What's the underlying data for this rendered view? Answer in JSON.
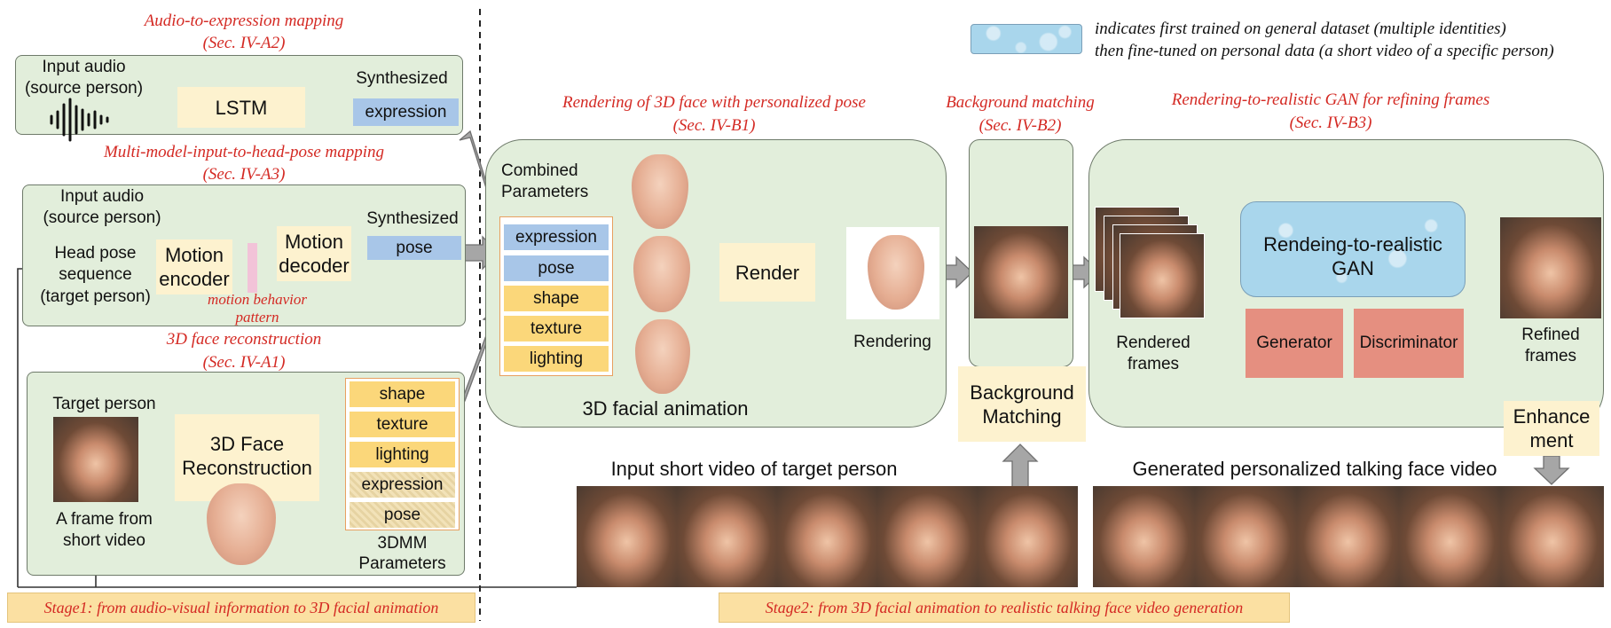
{
  "legend": {
    "line1": "indicates first trained on general dataset (multiple identities)",
    "line2": "then fine-tuned on personal data (a short video of a specific person)"
  },
  "section_titles": {
    "a2_title": "Audio-to-expression mapping",
    "a2_sec": "(Sec. IV-A2)",
    "a3_title": "Multi-model-input-to-head-pose mapping",
    "a3_sec": "(Sec. IV-A3)",
    "a1_title": "3D face reconstruction",
    "a1_sec": "(Sec. IV-A1)",
    "b1_title": "Rendering of 3D face with personalized pose",
    "b1_sec": "(Sec. IV-B1)",
    "b2_title": "Background matching",
    "b2_sec": "(Sec. IV-B2)",
    "b3_title": "Rendering-to-realistic GAN for refining frames",
    "b3_sec": "(Sec. IV-B3)"
  },
  "audio_expr": {
    "input_line1": "Input audio",
    "input_line2": "(source person)",
    "lstm": "LSTM",
    "synth_label": "Synthesized",
    "expression": "expression"
  },
  "head_pose": {
    "input_line1": "Input audio",
    "input_line2": "(source person)",
    "seq_line1": "Head pose",
    "seq_line2": "sequence",
    "seq_line3": "(target person)",
    "motion_encoder_line1": "Motion",
    "motion_encoder_line2": "encoder",
    "motion_decoder_line1": "Motion",
    "motion_decoder_line2": "decoder",
    "behavior_line1": "motion behavior",
    "behavior_line2": "pattern",
    "synth_label": "Synthesized",
    "pose": "pose"
  },
  "reconstruction": {
    "target_label": "Target person",
    "frame_line1": "A frame from",
    "frame_line2": "short video",
    "box_line1": "3D Face",
    "box_line2": "Reconstruction",
    "params": [
      "shape",
      "texture",
      "lighting",
      "expression",
      "pose"
    ],
    "params_label_line1": "3DMM",
    "params_label_line2": "Parameters"
  },
  "animation": {
    "combined_line1": "Combined",
    "combined_line2": "Parameters",
    "params": [
      "expression",
      "pose",
      "shape",
      "texture",
      "lighting"
    ],
    "render": "Render",
    "rendering": "Rendering",
    "caption": "3D facial animation"
  },
  "background": {
    "box_line1": "Background",
    "box_line2": "Matching"
  },
  "gan": {
    "rendered_line1": "Rendered",
    "rendered_line2": "frames",
    "gan_line1": "Rendeing-to-realistic",
    "gan_line2": "GAN",
    "generator": "Generator",
    "discriminator": "Discriminator",
    "refined_line1": "Refined",
    "refined_line2": "frames",
    "enhance_line1": "Enhance",
    "enhance_line2": "ment"
  },
  "videos": {
    "input_label": "Input short video of target person",
    "output_label": "Generated personalized talking face video"
  },
  "stages": {
    "stage1": "Stage1: from audio-visual information to 3D facial animation",
    "stage2": "Stage2: from 3D facial animation to realistic talking face video generation"
  },
  "colors": {
    "panel": "#e2eedb",
    "cream": "#fdf2cf",
    "blue_param": "#a8c6e8",
    "yellow_param": "#fbd77a",
    "salmon": "#e58f80",
    "section_red": "#d42a24"
  }
}
